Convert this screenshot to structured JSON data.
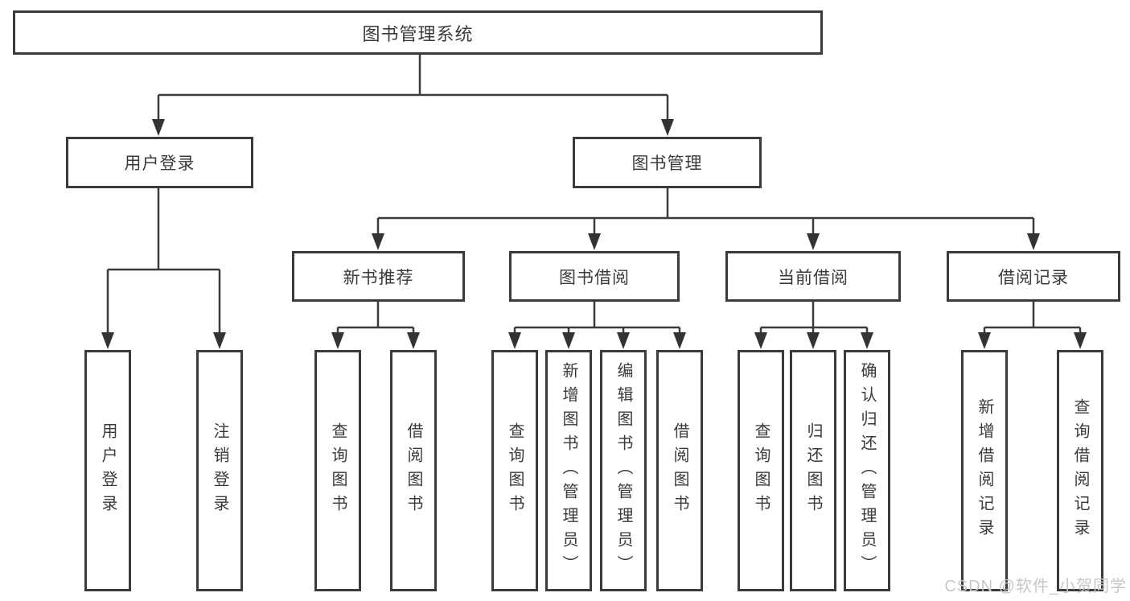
{
  "page": {
    "background": "#ffffff",
    "line_color": "#3b3b3b",
    "text_color": "#3a3a3a",
    "watermark_color": "#c7c7c7"
  },
  "diagram": {
    "root": {
      "label": "图书管理系统"
    },
    "level2": [
      {
        "label": "用户登录"
      },
      {
        "label": "图书管理"
      }
    ],
    "level3": [
      {
        "label": "新书推荐"
      },
      {
        "label": "图书借阅"
      },
      {
        "label": "当前借阅"
      },
      {
        "label": "借阅记录"
      }
    ],
    "leaves": {
      "login": [
        "用户登录",
        "注销登录"
      ],
      "recommend": [
        "查询图书",
        "借阅图书"
      ],
      "borrow": [
        "查询图书",
        "新增图书（管理员）",
        "编辑图书（管理员）",
        "借阅图书"
      ],
      "current": [
        "查询图书",
        "归还图书",
        "确认归还（管理员）"
      ],
      "records": [
        "新增借阅记录",
        "查询借阅记录"
      ]
    }
  },
  "watermark": {
    "text": "CSDN @软件_小贺同学"
  }
}
